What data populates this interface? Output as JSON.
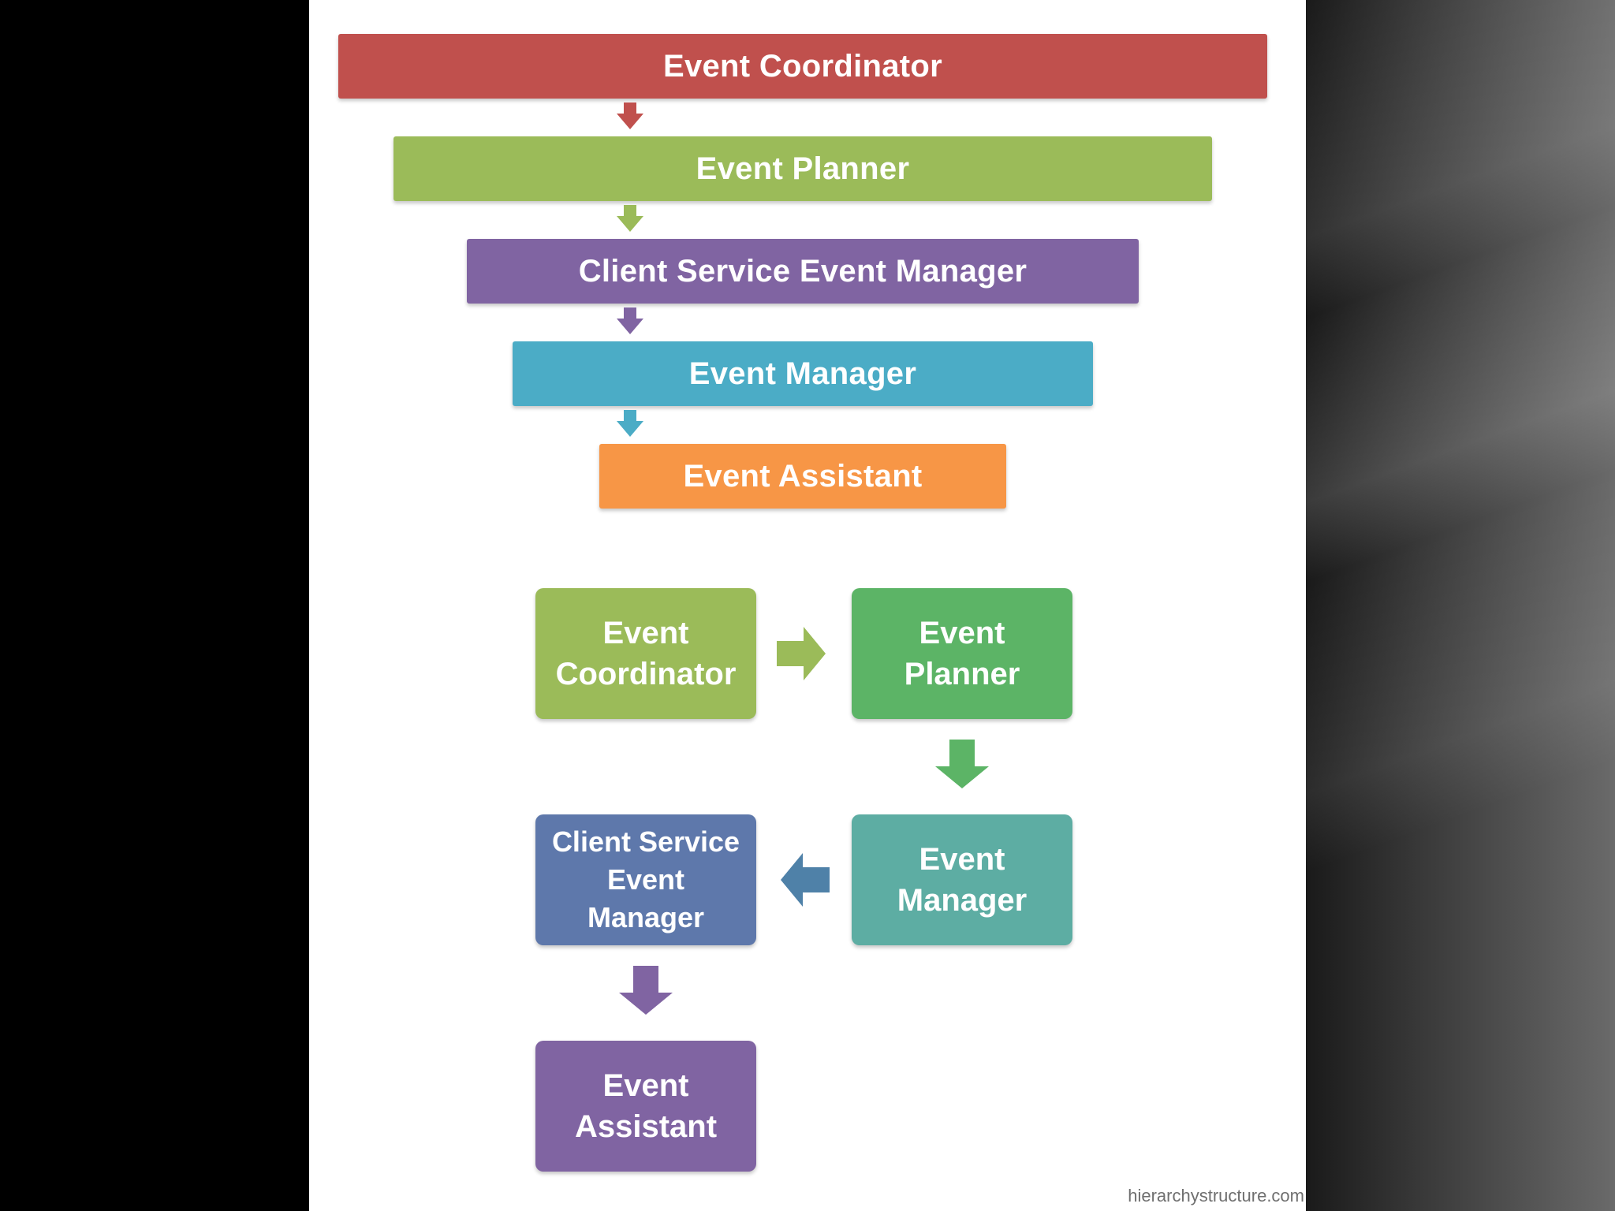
{
  "hierarchy": {
    "levels": [
      {
        "label": "Event Coordinator",
        "color": "#c0504d"
      },
      {
        "label": "Event Planner",
        "color": "#9bbb59"
      },
      {
        "label": "Client Service Event Manager",
        "color": "#8064a2"
      },
      {
        "label": "Event Manager",
        "color": "#4bacc6"
      },
      {
        "label": "Event Assistant",
        "color": "#f79646"
      }
    ]
  },
  "flow": {
    "steps": [
      {
        "label": "Event\nCoordinator",
        "color": "#9bbb59"
      },
      {
        "label": "Event\nPlanner",
        "color": "#5cb466"
      },
      {
        "label": "Event\nManager",
        "color": "#5dada3"
      },
      {
        "label": "Client Service\nEvent\nManager",
        "color": "#5e78ab"
      },
      {
        "label": "Event\nAssistant",
        "color": "#8064a2"
      }
    ],
    "arrow_colors": [
      "#9bbb59",
      "#5cb466",
      "#4f81a8",
      "#8064a2"
    ]
  },
  "watermark": "hierarchystructure.com",
  "icons": [
    "arrow-down-icon",
    "arrow-right-icon",
    "arrow-left-icon"
  ]
}
